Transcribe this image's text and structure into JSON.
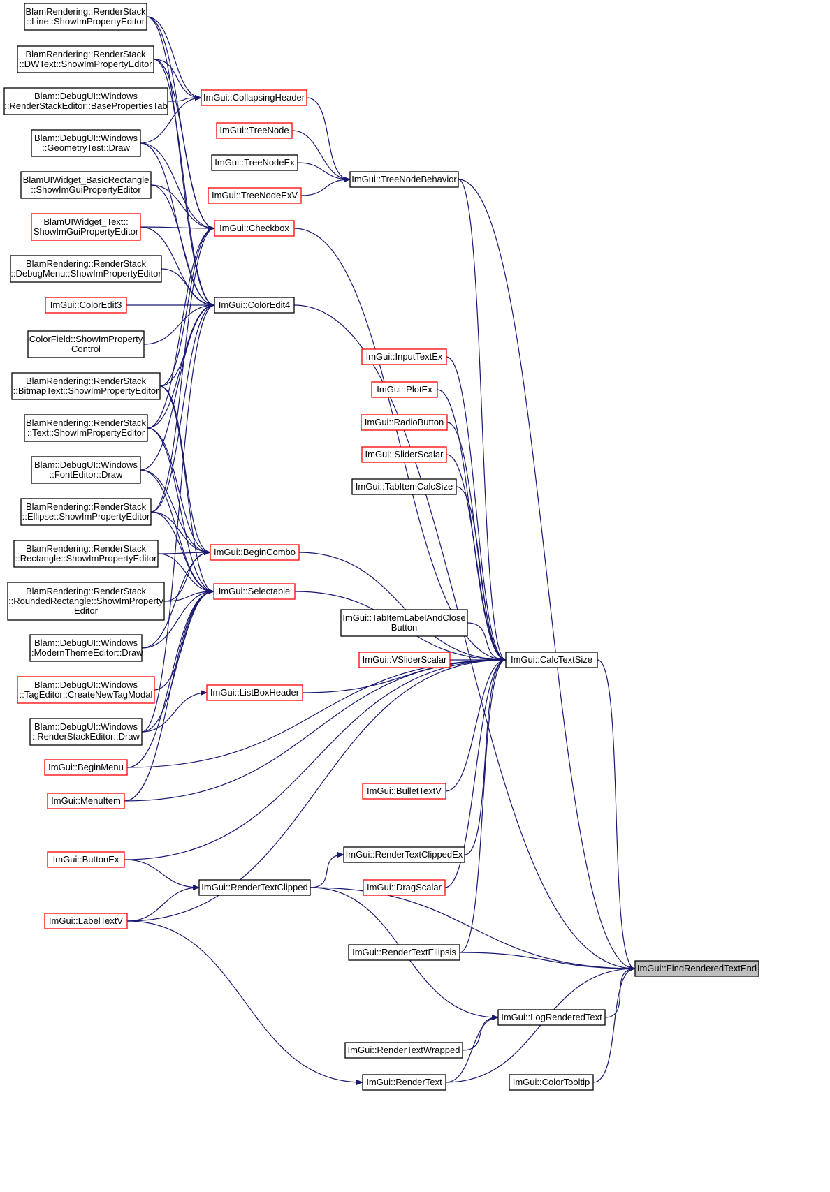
{
  "colors": {
    "edge": "#191970",
    "border_default": "#000000",
    "border_truncated": "#ff0000",
    "root_fill": "#bfbfbf",
    "fill": "#ffffff"
  },
  "nodes": [
    {
      "id": "line",
      "lines": [
        "BlamRendering::RenderStack",
        "::Line::ShowImPropertyEditor"
      ],
      "border": "black"
    },
    {
      "id": "dwtext",
      "lines": [
        "BlamRendering::RenderStack",
        "::DWText::ShowImPropertyEditor"
      ],
      "border": "black"
    },
    {
      "id": "rsebase",
      "lines": [
        "Blam::DebugUI::Windows",
        "::RenderStackEditor::BasePropertiesTab"
      ],
      "border": "black"
    },
    {
      "id": "geomtest",
      "lines": [
        "Blam::DebugUI::Windows",
        "::GeometryTest::Draw"
      ],
      "border": "black"
    },
    {
      "id": "basicrect",
      "lines": [
        "BlamUIWidget_BasicRectangle",
        "::ShowImGuiPropertyEditor"
      ],
      "border": "black"
    },
    {
      "id": "uitext",
      "lines": [
        "BlamUIWidget_Text::",
        "ShowImGuiPropertyEditor"
      ],
      "border": "red"
    },
    {
      "id": "debugmenu",
      "lines": [
        "BlamRendering::RenderStack",
        "::DebugMenu::ShowImPropertyEditor"
      ],
      "border": "black"
    },
    {
      "id": "coloredit3",
      "lines": [
        "ImGui::ColorEdit3"
      ],
      "border": "red"
    },
    {
      "id": "colorfield",
      "lines": [
        "ColorField::ShowImProperty",
        "Control"
      ],
      "border": "black"
    },
    {
      "id": "bitmaptext",
      "lines": [
        "BlamRendering::RenderStack",
        "::BitmapText::ShowImPropertyEditor"
      ],
      "border": "black"
    },
    {
      "id": "rstext",
      "lines": [
        "BlamRendering::RenderStack",
        "::Text::ShowImPropertyEditor"
      ],
      "border": "black"
    },
    {
      "id": "fonteditor",
      "lines": [
        "Blam::DebugUI::Windows",
        "::FontEditor::Draw"
      ],
      "border": "black"
    },
    {
      "id": "ellipse",
      "lines": [
        "BlamRendering::RenderStack",
        "::Ellipse::ShowImPropertyEditor"
      ],
      "border": "black"
    },
    {
      "id": "rectangle",
      "lines": [
        "BlamRendering::RenderStack",
        "::Rectangle::ShowImPropertyEditor"
      ],
      "border": "black"
    },
    {
      "id": "roundedrect",
      "lines": [
        "BlamRendering::RenderStack",
        "::RoundedRectangle::ShowImProperty",
        "Editor"
      ],
      "border": "black"
    },
    {
      "id": "moderntheme",
      "lines": [
        "Blam::DebugUI::Windows",
        "::ModernThemeEditor::Draw"
      ],
      "border": "black"
    },
    {
      "id": "tageditor",
      "lines": [
        "Blam::DebugUI::Windows",
        "::TagEditor::CreateNewTagModal"
      ],
      "border": "red"
    },
    {
      "id": "rsedraw",
      "lines": [
        "Blam::DebugUI::Windows",
        "::RenderStackEditor::Draw"
      ],
      "border": "black"
    },
    {
      "id": "beginmenu",
      "lines": [
        "ImGui::BeginMenu"
      ],
      "border": "red"
    },
    {
      "id": "menuitem",
      "lines": [
        "ImGui::MenuItem"
      ],
      "border": "red"
    },
    {
      "id": "buttonex",
      "lines": [
        "ImGui::ButtonEx"
      ],
      "border": "red"
    },
    {
      "id": "labeltextv",
      "lines": [
        "ImGui::LabelTextV"
      ],
      "border": "red"
    },
    {
      "id": "collapsing",
      "lines": [
        "ImGui::CollapsingHeader"
      ],
      "border": "red"
    },
    {
      "id": "treenode",
      "lines": [
        "ImGui::TreeNode"
      ],
      "border": "red"
    },
    {
      "id": "treenodeex",
      "lines": [
        "ImGui::TreeNodeEx"
      ],
      "border": "black"
    },
    {
      "id": "treenodeexv",
      "lines": [
        "ImGui::TreeNodeExV"
      ],
      "border": "red"
    },
    {
      "id": "checkbox",
      "lines": [
        "ImGui::Checkbox"
      ],
      "border": "red"
    },
    {
      "id": "coloredit4",
      "lines": [
        "ImGui::ColorEdit4"
      ],
      "border": "black"
    },
    {
      "id": "begincombo",
      "lines": [
        "ImGui::BeginCombo"
      ],
      "border": "red"
    },
    {
      "id": "selectable",
      "lines": [
        "ImGui::Selectable"
      ],
      "border": "red"
    },
    {
      "id": "listboxheader",
      "lines": [
        "ImGui::ListBoxHeader"
      ],
      "border": "red"
    },
    {
      "id": "rtclipped",
      "lines": [
        "ImGui::RenderTextClipped"
      ],
      "border": "black"
    },
    {
      "id": "treenodebeh",
      "lines": [
        "ImGui::TreeNodeBehavior"
      ],
      "border": "black"
    },
    {
      "id": "inputtextex",
      "lines": [
        "ImGui::InputTextEx"
      ],
      "border": "red"
    },
    {
      "id": "plotex",
      "lines": [
        "ImGui::PlotEx"
      ],
      "border": "red"
    },
    {
      "id": "radiobutton",
      "lines": [
        "ImGui::RadioButton"
      ],
      "border": "red"
    },
    {
      "id": "sliderscalar",
      "lines": [
        "ImGui::SliderScalar"
      ],
      "border": "red"
    },
    {
      "id": "tabcalcsize",
      "lines": [
        "ImGui::TabItemCalcSize"
      ],
      "border": "black"
    },
    {
      "id": "tablabel",
      "lines": [
        "ImGui::TabItemLabelAndClose",
        "Button"
      ],
      "border": "black"
    },
    {
      "id": "vslider",
      "lines": [
        "ImGui::VSliderScalar"
      ],
      "border": "red"
    },
    {
      "id": "bullettextv",
      "lines": [
        "ImGui::BulletTextV"
      ],
      "border": "red"
    },
    {
      "id": "rtclippedex",
      "lines": [
        "ImGui::RenderTextClippedEx"
      ],
      "border": "black"
    },
    {
      "id": "dragscalar",
      "lines": [
        "ImGui::DragScalar"
      ],
      "border": "red"
    },
    {
      "id": "rtellipsis",
      "lines": [
        "ImGui::RenderTextEllipsis"
      ],
      "border": "black"
    },
    {
      "id": "rtwrapped",
      "lines": [
        "ImGui::RenderTextWrapped"
      ],
      "border": "black"
    },
    {
      "id": "rendertext",
      "lines": [
        "ImGui::RenderText"
      ],
      "border": "black"
    },
    {
      "id": "calctextsize",
      "lines": [
        "ImGui::CalcTextSize"
      ],
      "border": "black"
    },
    {
      "id": "logrendered",
      "lines": [
        "ImGui::LogRenderedText"
      ],
      "border": "black"
    },
    {
      "id": "colortooltip",
      "lines": [
        "ImGui::ColorTooltip"
      ],
      "border": "black"
    },
    {
      "id": "findrendered",
      "lines": [
        "ImGui::FindRenderedTextEnd"
      ],
      "border": "black",
      "root": true
    }
  ],
  "edges": [
    [
      "line",
      "collapsing"
    ],
    [
      "line",
      "checkbox"
    ],
    [
      "line",
      "coloredit4"
    ],
    [
      "dwtext",
      "collapsing"
    ],
    [
      "dwtext",
      "checkbox"
    ],
    [
      "dwtext",
      "coloredit4"
    ],
    [
      "rsebase",
      "collapsing"
    ],
    [
      "geomtest",
      "collapsing"
    ],
    [
      "geomtest",
      "checkbox"
    ],
    [
      "geomtest",
      "coloredit4"
    ],
    [
      "basicrect",
      "checkbox"
    ],
    [
      "basicrect",
      "coloredit4"
    ],
    [
      "uitext",
      "checkbox"
    ],
    [
      "uitext",
      "coloredit4"
    ],
    [
      "debugmenu",
      "coloredit4"
    ],
    [
      "coloredit3",
      "coloredit4"
    ],
    [
      "colorfield",
      "coloredit4"
    ],
    [
      "bitmaptext",
      "checkbox"
    ],
    [
      "bitmaptext",
      "coloredit4"
    ],
    [
      "bitmaptext",
      "begincombo"
    ],
    [
      "bitmaptext",
      "selectable"
    ],
    [
      "rstext",
      "checkbox"
    ],
    [
      "rstext",
      "coloredit4"
    ],
    [
      "rstext",
      "begincombo"
    ],
    [
      "rstext",
      "selectable"
    ],
    [
      "fonteditor",
      "coloredit4"
    ],
    [
      "fonteditor",
      "begincombo"
    ],
    [
      "fonteditor",
      "selectable"
    ],
    [
      "ellipse",
      "checkbox"
    ],
    [
      "ellipse",
      "coloredit4"
    ],
    [
      "ellipse",
      "begincombo"
    ],
    [
      "ellipse",
      "selectable"
    ],
    [
      "rectangle",
      "begincombo"
    ],
    [
      "rectangle",
      "selectable"
    ],
    [
      "roundedrect",
      "begincombo"
    ],
    [
      "roundedrect",
      "selectable"
    ],
    [
      "moderntheme",
      "begincombo"
    ],
    [
      "moderntheme",
      "selectable"
    ],
    [
      "tageditor",
      "selectable"
    ],
    [
      "rsedraw",
      "selectable"
    ],
    [
      "rsedraw",
      "listboxheader"
    ],
    [
      "rsedraw",
      "coloredit4"
    ],
    [
      "beginmenu",
      "selectable"
    ],
    [
      "beginmenu",
      "calctextsize"
    ],
    [
      "menuitem",
      "selectable"
    ],
    [
      "menuitem",
      "calctextsize"
    ],
    [
      "buttonex",
      "calctextsize"
    ],
    [
      "buttonex",
      "rtclipped"
    ],
    [
      "labeltextv",
      "rtclipped"
    ],
    [
      "labeltextv",
      "calctextsize"
    ],
    [
      "labeltextv",
      "rendertext"
    ],
    [
      "collapsing",
      "treenodebeh"
    ],
    [
      "treenode",
      "treenodebeh"
    ],
    [
      "treenodeex",
      "treenodebeh"
    ],
    [
      "treenodeexv",
      "treenodebeh"
    ],
    [
      "treenodebeh",
      "calctextsize"
    ],
    [
      "treenodebeh",
      "findrendered"
    ],
    [
      "checkbox",
      "calctextsize"
    ],
    [
      "coloredit4",
      "findrendered"
    ],
    [
      "begincombo",
      "calctextsize"
    ],
    [
      "selectable",
      "calctextsize"
    ],
    [
      "listboxheader",
      "calctextsize"
    ],
    [
      "inputtextex",
      "calctextsize"
    ],
    [
      "plotex",
      "calctextsize"
    ],
    [
      "radiobutton",
      "calctextsize"
    ],
    [
      "sliderscalar",
      "calctextsize"
    ],
    [
      "tabcalcsize",
      "calctextsize"
    ],
    [
      "tablabel",
      "calctextsize"
    ],
    [
      "vslider",
      "calctextsize"
    ],
    [
      "bullettextv",
      "calctextsize"
    ],
    [
      "rtclippedex",
      "calctextsize"
    ],
    [
      "dragscalar",
      "calctextsize"
    ],
    [
      "rtellipsis",
      "calctextsize"
    ],
    [
      "rtclipped",
      "rtclippedex"
    ],
    [
      "rtclipped",
      "findrendered"
    ],
    [
      "rtclipped",
      "logrendered"
    ],
    [
      "rtellipsis",
      "findrendered"
    ],
    [
      "rtwrapped",
      "logrendered"
    ],
    [
      "rendertext",
      "logrendered"
    ],
    [
      "rendertext",
      "findrendered"
    ],
    [
      "calctextsize",
      "findrendered"
    ],
    [
      "logrendered",
      "findrendered"
    ],
    [
      "colortooltip",
      "findrendered"
    ]
  ]
}
